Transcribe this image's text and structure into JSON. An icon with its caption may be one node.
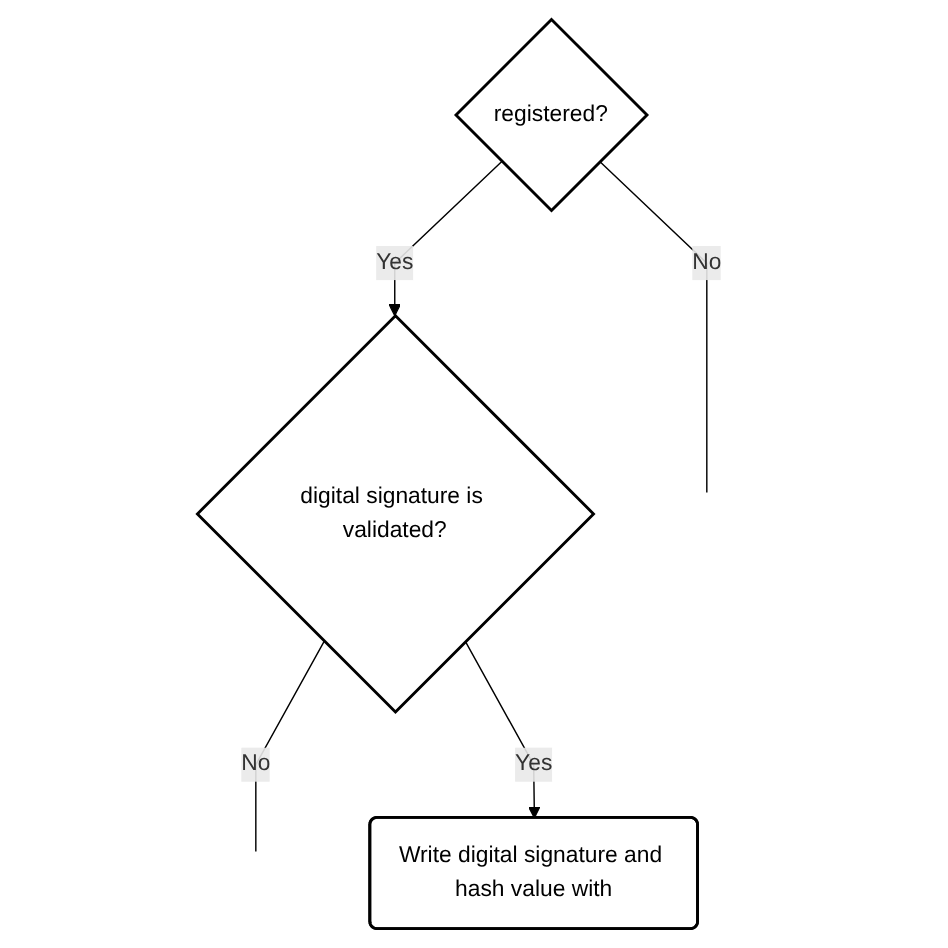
{
  "diagram": {
    "nodes": [
      {
        "text": [
          "registered?"
        ]
      },
      {
        "text": [
          "digital signature is validated?"
        ]
      },
      {
        "text": [
          "Write digital signature and hash value with"
        ]
      }
    ],
    "edges": [
      {
        "from": 0,
        "to": null,
        "arrow": "none",
        "label": "No"
      },
      {
        "from": 0,
        "to": 1,
        "arrow": "to",
        "label": "Yes"
      },
      {
        "from": 1,
        "to": null,
        "arrow": "none",
        "label": "No"
      },
      {
        "from": 1,
        "to": 2,
        "arrow": "to",
        "label": "Yes"
      }
    ]
  }
}
